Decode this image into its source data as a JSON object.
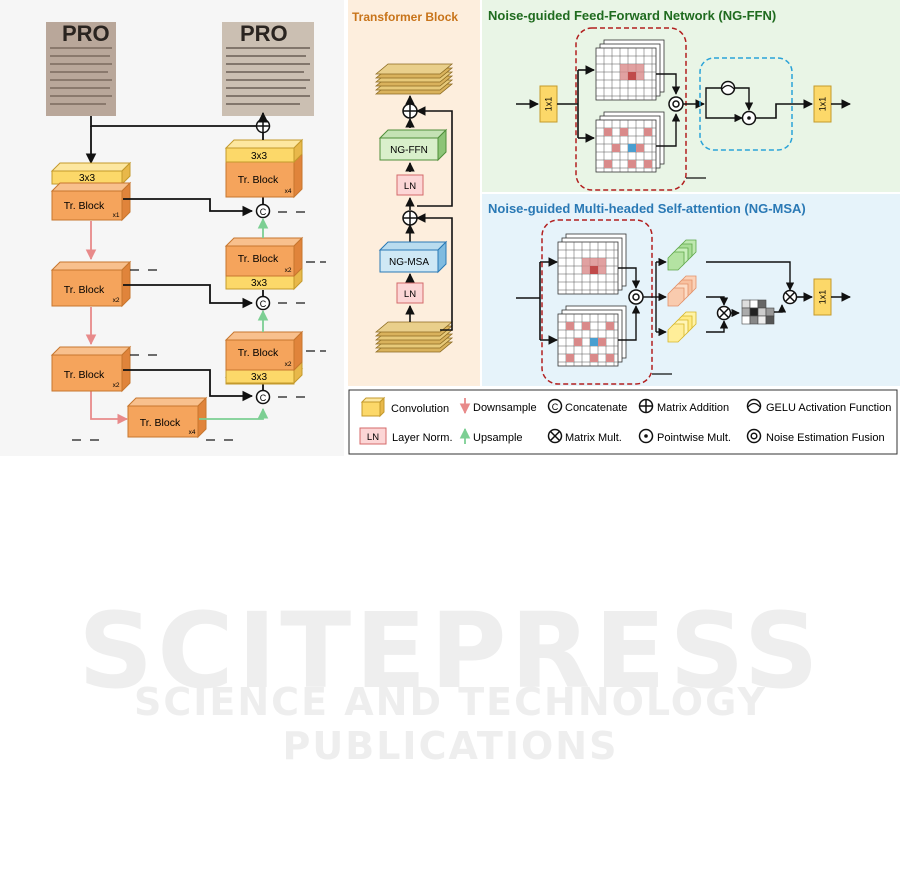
{
  "watermark": {
    "title": "SCITEPRESS",
    "subtitle": "SCIENCE AND TECHNOLOGY PUBLICATIONS"
  },
  "unet": {
    "conv_label": "3x3",
    "tr_block_label": "Tr. Block",
    "mult": {
      "x1": "x1",
      "x2": "x2",
      "x4": "x4"
    },
    "concat_symbol": "C",
    "plus_symbol": "+",
    "input_image_text": "PRO",
    "output_image_text": "PRO"
  },
  "transformer_block": {
    "title": "Transformer Block",
    "ngffn_label": "NG-FFN",
    "ngmsa_label": "NG-MSA",
    "ln_label": "LN"
  },
  "ngffn": {
    "title": "Noise-guided Feed-Forward Network (NG-FFN)",
    "conv_label": "1x1"
  },
  "ngmsa": {
    "title": "Noise-guided Multi-headed Self-attention (NG-MSA)",
    "conv_label": "1x1"
  },
  "legend": {
    "convolution": "Convolution",
    "layer_norm_box": "LN",
    "layer_norm": "Layer Norm.",
    "downsample": "Downsample",
    "upsample": "Upsample",
    "concatenate": "Concatenate",
    "matrix_mult": "Matrix Mult.",
    "matrix_addition": "Matrix Addition",
    "pointwise_mult": "Pointwise Mult.",
    "gelu": "GELU Activation Function",
    "noise_fusion": "Noise Estimation Fusion"
  },
  "colors": {
    "tr_block": "#f5a45c",
    "conv": "#fcd869",
    "downsample_arrow": "#e88a8a",
    "upsample_arrow": "#7ccf93",
    "ffn_title": "#1f6b1f",
    "msa_title": "#2a79b5",
    "transformer_title": "#c8741a"
  }
}
